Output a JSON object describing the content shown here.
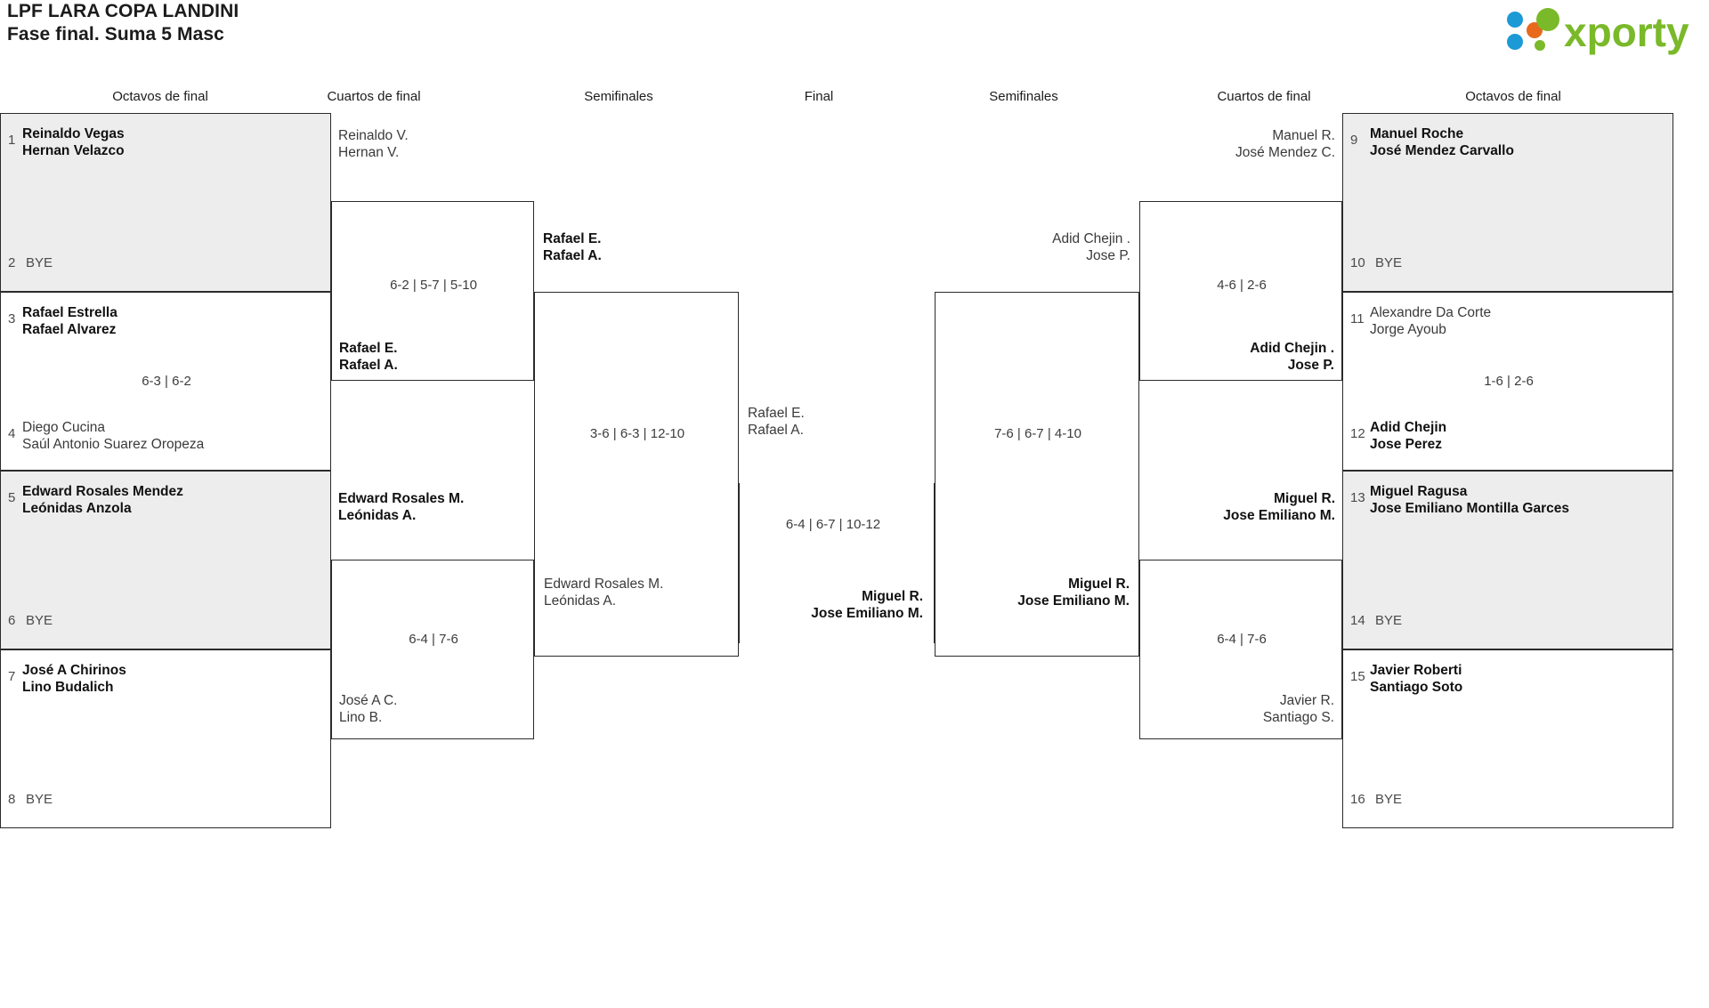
{
  "header": {
    "title_line1": "LPF LARA COPA LANDINI",
    "title_line2": "Fase final. Suma 5 Masc",
    "logo_text": "xporty",
    "logo_colors": {
      "blue": "#1b9ad6",
      "orange": "#e8691c",
      "green": "#7ab929"
    }
  },
  "round_headers": {
    "left_r16": "Octavos de final",
    "left_qf": "Cuartos de final",
    "left_sf": "Semifinales",
    "final": "Final",
    "right_sf": "Semifinales",
    "right_qf": "Cuartos de final",
    "right_r16": "Octavos de final"
  },
  "bracket": {
    "left": {
      "r16": [
        {
          "seed": "1",
          "p1": "Reinaldo Vegas",
          "p2": "Hernan Velazco",
          "bye_seed": "2",
          "bye_label": "BYE",
          "shaded": true,
          "winner": true,
          "score": ""
        },
        {
          "seed": "3",
          "p1": "Rafael Estrella",
          "p2": "Rafael Alvarez",
          "shaded": false,
          "winner": true,
          "score": "6-3 | 6-2"
        },
        {
          "seed": "4",
          "p1": "Diego Cucina",
          "p2": "Saúl Antonio Suarez Oropeza",
          "shaded": false,
          "winner": false,
          "score": ""
        },
        {
          "seed": "5",
          "p1": "Edward Rosales Mendez",
          "p2": "Leónidas Anzola",
          "bye_seed": "6",
          "bye_label": "BYE",
          "shaded": true,
          "winner": true,
          "score": ""
        },
        {
          "seed": "7",
          "p1": "José A Chirinos",
          "p2": "Lino Budalich",
          "bye_seed": "8",
          "bye_label": "BYE",
          "shaded": false,
          "winner": true,
          "score": ""
        }
      ],
      "qf": [
        {
          "p1": "Reinaldo V.",
          "p2": "Hernan V.",
          "winner": false,
          "score": "6-2 | 5-7 | 5-10"
        },
        {
          "p1": "Rafael E.",
          "p2": "Rafael A.",
          "winner": true,
          "score": ""
        },
        {
          "p1": "Edward Rosales M.",
          "p2": "Leónidas A.",
          "winner": true,
          "score": "6-4 | 7-6"
        },
        {
          "p1": "José A C.",
          "p2": "Lino B.",
          "winner": false,
          "score": ""
        }
      ],
      "sf": [
        {
          "p1": "Rafael E.",
          "p2": "Rafael A.",
          "winner": true,
          "score": "3-6 | 6-3 | 12-10"
        },
        {
          "p1": "Edward Rosales M.",
          "p2": "Leónidas A.",
          "winner": false,
          "score": ""
        }
      ]
    },
    "final": {
      "top": {
        "p1": "Rafael E.",
        "p2": "Rafael A.",
        "winner": false
      },
      "bottom": {
        "p1": "Miguel R.",
        "p2": "Jose Emiliano M.",
        "winner": true
      },
      "score": "6-4 | 6-7 | 10-12"
    },
    "right": {
      "sf": [
        {
          "p1": "Adid Chejin .",
          "p2": "Jose P.",
          "winner": false,
          "score": "7-6 | 6-7 | 4-10"
        },
        {
          "p1": "Miguel R.",
          "p2": "Jose Emiliano M.",
          "winner": true,
          "score": ""
        }
      ],
      "qf": [
        {
          "p1": "Manuel R.",
          "p2": "José Mendez C.",
          "winner": false,
          "score": "4-6 | 2-6"
        },
        {
          "p1": "Adid Chejin .",
          "p2": "Jose P.",
          "winner": true,
          "score": ""
        },
        {
          "p1": "Miguel R.",
          "p2": "Jose Emiliano M.",
          "winner": true,
          "score": "6-4 | 7-6"
        },
        {
          "p1": "Javier R.",
          "p2": "Santiago S.",
          "winner": false,
          "score": ""
        }
      ],
      "r16": [
        {
          "seed": "9",
          "p1": "Manuel Roche",
          "p2": "José Mendez Carvallo",
          "bye_seed": "10",
          "bye_label": "BYE",
          "shaded": true,
          "winner": true,
          "score": ""
        },
        {
          "seed": "11",
          "p1": "Alexandre Da Corte",
          "p2": "Jorge Ayoub",
          "shaded": false,
          "winner": false,
          "score": "1-6 | 2-6"
        },
        {
          "seed": "12",
          "p1": "Adid Chejin",
          "p2": "Jose Perez",
          "shaded": false,
          "winner": true,
          "score": ""
        },
        {
          "seed": "13",
          "p1": "Miguel Ragusa",
          "p2": "Jose Emiliano Montilla Garces",
          "bye_seed": "14",
          "bye_label": "BYE",
          "shaded": true,
          "winner": true,
          "score": ""
        },
        {
          "seed": "15",
          "p1": "Javier Roberti",
          "p2": "Santiago Soto",
          "bye_seed": "16",
          "bye_label": "BYE",
          "shaded": false,
          "winner": true,
          "score": ""
        }
      ]
    }
  }
}
